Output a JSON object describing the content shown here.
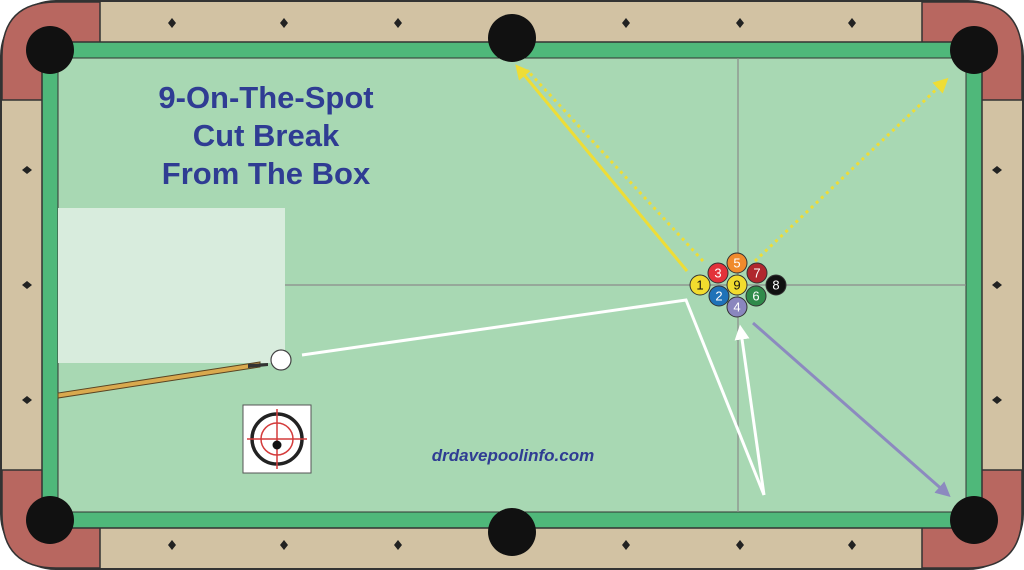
{
  "diagram": {
    "title_lines": [
      "9-On-The-Spot",
      "Cut Break",
      "From The Box"
    ],
    "website": "drdavepoolinfo.com",
    "colors": {
      "cloth": "#a8d8b3",
      "cushion": "#4fb87a",
      "rail_wood": "#d2c2a3",
      "corner_leather": "#b86760",
      "title_text": "#2f3c93",
      "path_cue": "#ffffff",
      "path_yellow": "#eedd36",
      "path_purple": "#8c8abf"
    },
    "balls": [
      {
        "number": "1",
        "color": "#f2dc2e",
        "text_color": "#111111"
      },
      {
        "number": "2",
        "color": "#1f72b8",
        "text_color": "#ffffff"
      },
      {
        "number": "3",
        "color": "#e3323a",
        "text_color": "#ffffff"
      },
      {
        "number": "4",
        "color": "#8a86be",
        "text_color": "#ffffff"
      },
      {
        "number": "5",
        "color": "#f08a2c",
        "text_color": "#ffffff"
      },
      {
        "number": "6",
        "color": "#2f8a4a",
        "text_color": "#ffffff"
      },
      {
        "number": "7",
        "color": "#b0282e",
        "text_color": "#ffffff"
      },
      {
        "number": "8",
        "color": "#111111",
        "text_color": "#ffffff"
      },
      {
        "number": "9",
        "color": "#f2dc2e",
        "text_color": "#111111"
      }
    ]
  }
}
